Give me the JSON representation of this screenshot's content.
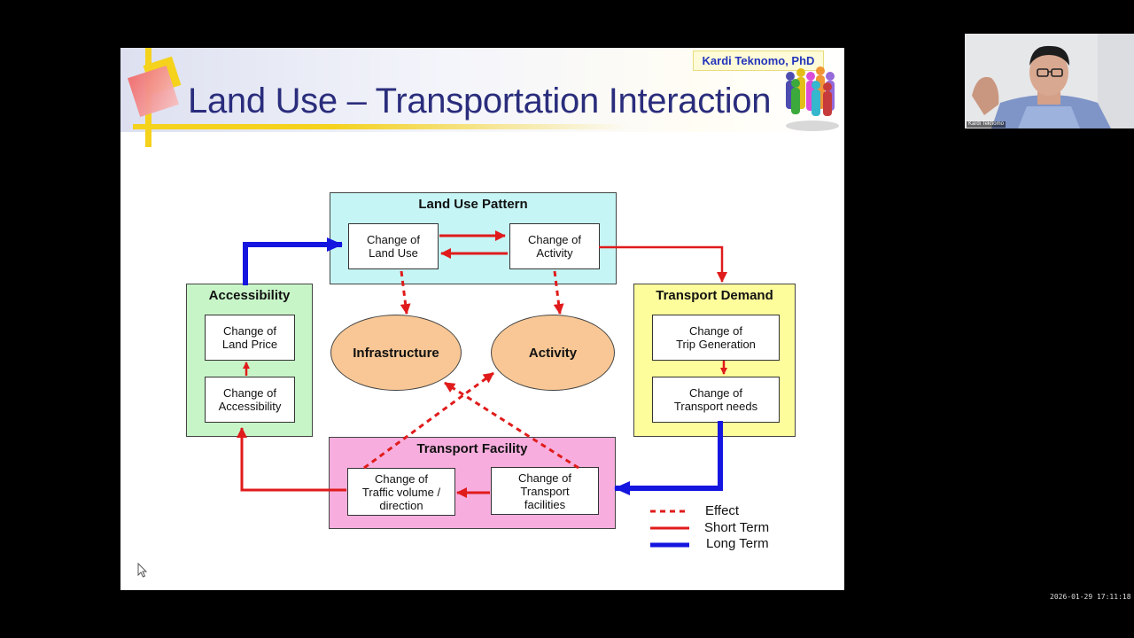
{
  "slide": {
    "title": "Land Use – Transportation Interaction",
    "author": "Kardi Teknomo, PhD"
  },
  "diagram": {
    "land_use_pattern": {
      "title": "Land Use Pattern",
      "change_land_use": "Change of\nLand Use",
      "change_activity": "Change of\nActivity"
    },
    "accessibility": {
      "title": "Accessibility",
      "change_land_price": "Change of\nLand Price",
      "change_accessibility": "Change of\nAccessibility"
    },
    "transport_demand": {
      "title": "Transport Demand",
      "change_trip_generation": "Change of\nTrip Generation",
      "change_transport_needs": "Change of\nTransport needs"
    },
    "transport_facility": {
      "title": "Transport Facility",
      "change_traffic_volume": "Change of\nTraffic volume /\ndirection",
      "change_transport_facilities": "Change of\nTransport\nfacilities"
    },
    "infrastructure": "Infrastructure",
    "activity": "Activity",
    "legend": {
      "effect": "Effect",
      "short_term": "Short Term",
      "long_term": "Long Term"
    },
    "colors": {
      "effect": "#e01b1b",
      "short_term": "#e01b1b",
      "long_term": "#1515e0",
      "land_use_panel": "#c6f5f5",
      "accessibility_panel": "#c8f5c8",
      "transport_demand_panel": "#fdfd9c",
      "transport_facility_panel": "#f7aede",
      "ellipse": "#f8c795"
    }
  },
  "webcam": {
    "name_label": "Kardi Teknomo"
  },
  "timestamp": "2026-01-29 17:11:18"
}
